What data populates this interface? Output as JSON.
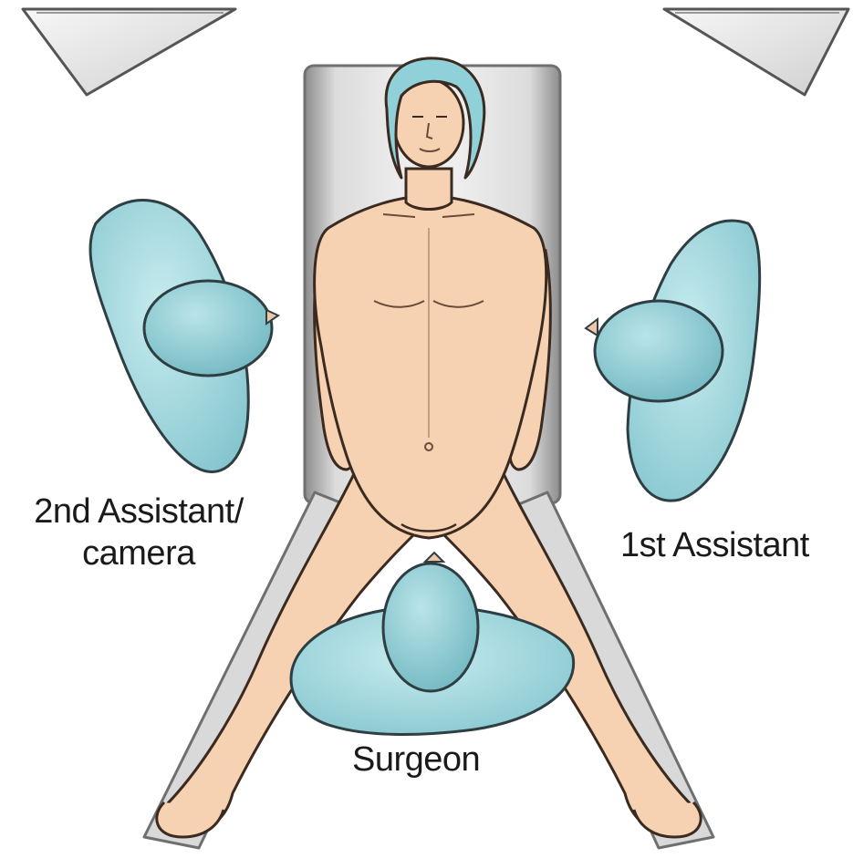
{
  "labels": {
    "second_assistant_line1": "2nd Assistant/",
    "second_assistant_line2": "camera",
    "first_assistant": "1st Assistant",
    "surgeon": "Surgeon"
  },
  "colors": {
    "skin": "#f7d2b2",
    "skin_outline": "#3a2a20",
    "cap": "#8fd0d9",
    "staff": "#a9dde3",
    "staff_dark": "#6fb9c3",
    "table_edge": "#7d7d7d",
    "monitor": "#e8e8e8"
  }
}
